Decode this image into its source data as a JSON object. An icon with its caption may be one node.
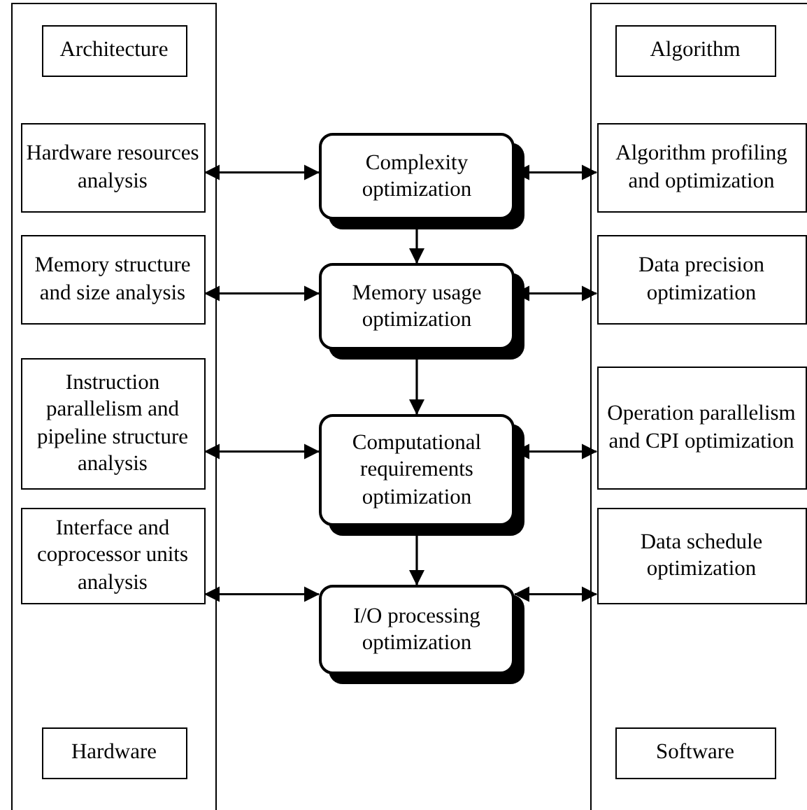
{
  "diagram": {
    "nodes": [
      {
        "text": [],
        "shape": "box"
      },
      {
        "text": [
          "Architecture"
        ],
        "in": 0
      },
      {
        "text": [
          "Hardware resources analysis"
        ],
        "in": 0
      },
      {
        "text": [
          "Memory structure and size analysis"
        ],
        "in": 0
      },
      {
        "text": [
          "Instruction parallelism and pipeline structure analysis"
        ],
        "in": 0
      },
      {
        "text": [
          "Interface and coprocessor units analysis"
        ],
        "in": 0
      },
      {
        "text": [
          "Hardware"
        ],
        "in": 0
      },
      {
        "text": [
          "Complexity optimization"
        ]
      },
      {
        "text": [
          "Memory usage optimization"
        ]
      },
      {
        "text": [
          "Computational requirements optimization"
        ]
      },
      {
        "text": [
          "I/O processing optimization"
        ]
      },
      {
        "text": [],
        "shape": "box"
      },
      {
        "text": [
          "Algorithm"
        ],
        "in": 11
      },
      {
        "text": [
          "Algorithm profiling and optimization"
        ],
        "in": 11
      },
      {
        "text": [
          "Data precision optimization"
        ],
        "in": 11
      },
      {
        "text": [
          "Operation parallelism and CPI optimization"
        ],
        "in": 11
      },
      {
        "text": [
          "Data schedule optimization"
        ],
        "in": 11
      },
      {
        "text": [
          "Software"
        ],
        "in": 11
      }
    ],
    "edges": [
      {
        "from": 2,
        "to": 7,
        "arrow": "both"
      },
      {
        "from": 7,
        "to": 13,
        "arrow": "both"
      },
      {
        "from": 3,
        "to": 8,
        "arrow": "both"
      },
      {
        "from": 8,
        "to": 14,
        "arrow": "both"
      },
      {
        "from": 4,
        "to": 9,
        "arrow": "both"
      },
      {
        "from": 9,
        "to": 15,
        "arrow": "both"
      },
      {
        "from": 5,
        "to": 10,
        "arrow": "both"
      },
      {
        "from": 10,
        "to": 16,
        "arrow": "both"
      },
      {
        "from": 7,
        "to": 8,
        "arrow": "to"
      },
      {
        "from": 8,
        "to": 9,
        "arrow": "to"
      },
      {
        "from": 9,
        "to": 10,
        "arrow": "to"
      }
    ]
  }
}
